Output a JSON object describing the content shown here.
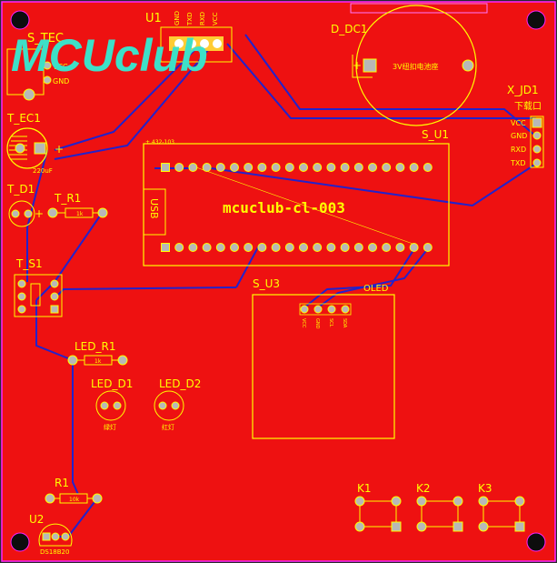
{
  "board": {
    "colors": {
      "copper": "#ee1111",
      "outline": "#ff22ff",
      "silkscreen": "#ffff00",
      "trace": "#2222cc",
      "logo": "#3de0c8",
      "pad": "#b8b8b8"
    }
  },
  "logo_text": "MCUclub",
  "components": {
    "u1": {
      "ref": "U1",
      "pins": [
        "GND",
        "TXD",
        "RXD",
        "VCC"
      ]
    },
    "s_tec": {
      "ref": "S_TEC",
      "pins": [
        "VCC",
        "GND"
      ]
    },
    "t_ec1": {
      "ref": "T_EC1",
      "value": "220uF",
      "plus": "+"
    },
    "t_d1": {
      "ref": "T_D1",
      "plus": "+"
    },
    "t_r1": {
      "ref": "T_R1",
      "value": "1k"
    },
    "t_s1": {
      "ref": "T_S1"
    },
    "d_dc1": {
      "ref": "D_DC1",
      "body": "3V纽扣电池座",
      "plus": "+"
    },
    "x_jd1": {
      "ref": "X_JD1",
      "title": "下载口",
      "pins": [
        "VCC",
        "GND",
        "RXD",
        "TXD"
      ]
    },
    "s_u1": {
      "ref": "S_U1",
      "name": "mcuclub-cl-003",
      "usb": "USB",
      "corner": "+ 432-103"
    },
    "s_u3": {
      "ref": "S_U3",
      "name": "OLED",
      "pins": [
        "VCC",
        "GND",
        "SCL",
        "SDA"
      ]
    },
    "led_r1": {
      "ref": "LED_R1",
      "value": "1k"
    },
    "led_d1": {
      "ref": "LED_D1",
      "label": "绿灯"
    },
    "led_d2": {
      "ref": "LED_D2",
      "label": "红灯"
    },
    "r1": {
      "ref": "R1",
      "value": "10k"
    },
    "u2": {
      "ref": "U2",
      "label": "DS18B20"
    },
    "keys": [
      "K1",
      "K2",
      "K3"
    ]
  }
}
